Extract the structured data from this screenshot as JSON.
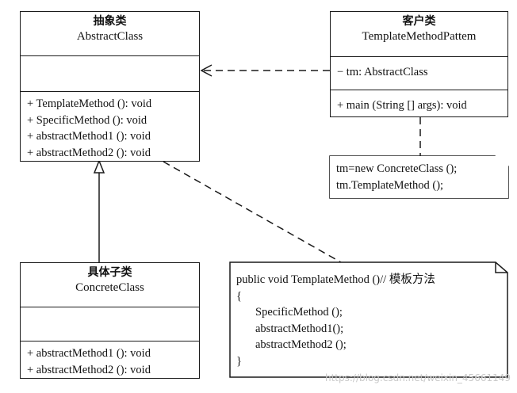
{
  "classes": {
    "abstract": {
      "stereotype": "抽象类",
      "name": "AbstractClass",
      "methods": [
        "+ TemplateMethod (): void",
        "+ SpecificMethod (): void",
        "+ abstractMethod1 (): void",
        "+ abstractMethod2 (): void"
      ]
    },
    "client": {
      "stereotype": "客户类",
      "name": "TemplateMethodPattem",
      "attributes": [
        "− tm: AbstractClass"
      ],
      "methods": [
        "+ main (String [] args): void"
      ]
    },
    "concrete": {
      "stereotype": "具体子类",
      "name": "ConcreteClass",
      "methods": [
        "+ abstractMethod1 (): void",
        "+ abstractMethod2 (): void"
      ]
    }
  },
  "notes": {
    "client_note": {
      "lines": [
        "tm=new ConcreteClass ();",
        "tm.TemplateMethod ();"
      ]
    },
    "template_note": {
      "lines": [
        "public void TemplateMethod ()// 模板方法",
        "{",
        "    SpecificMethod ();",
        "    abstractMethod1();",
        "    abstractMethod2 ();",
        "}"
      ]
    }
  },
  "watermark": "https://blog.csdn.net/weixin_45661149"
}
